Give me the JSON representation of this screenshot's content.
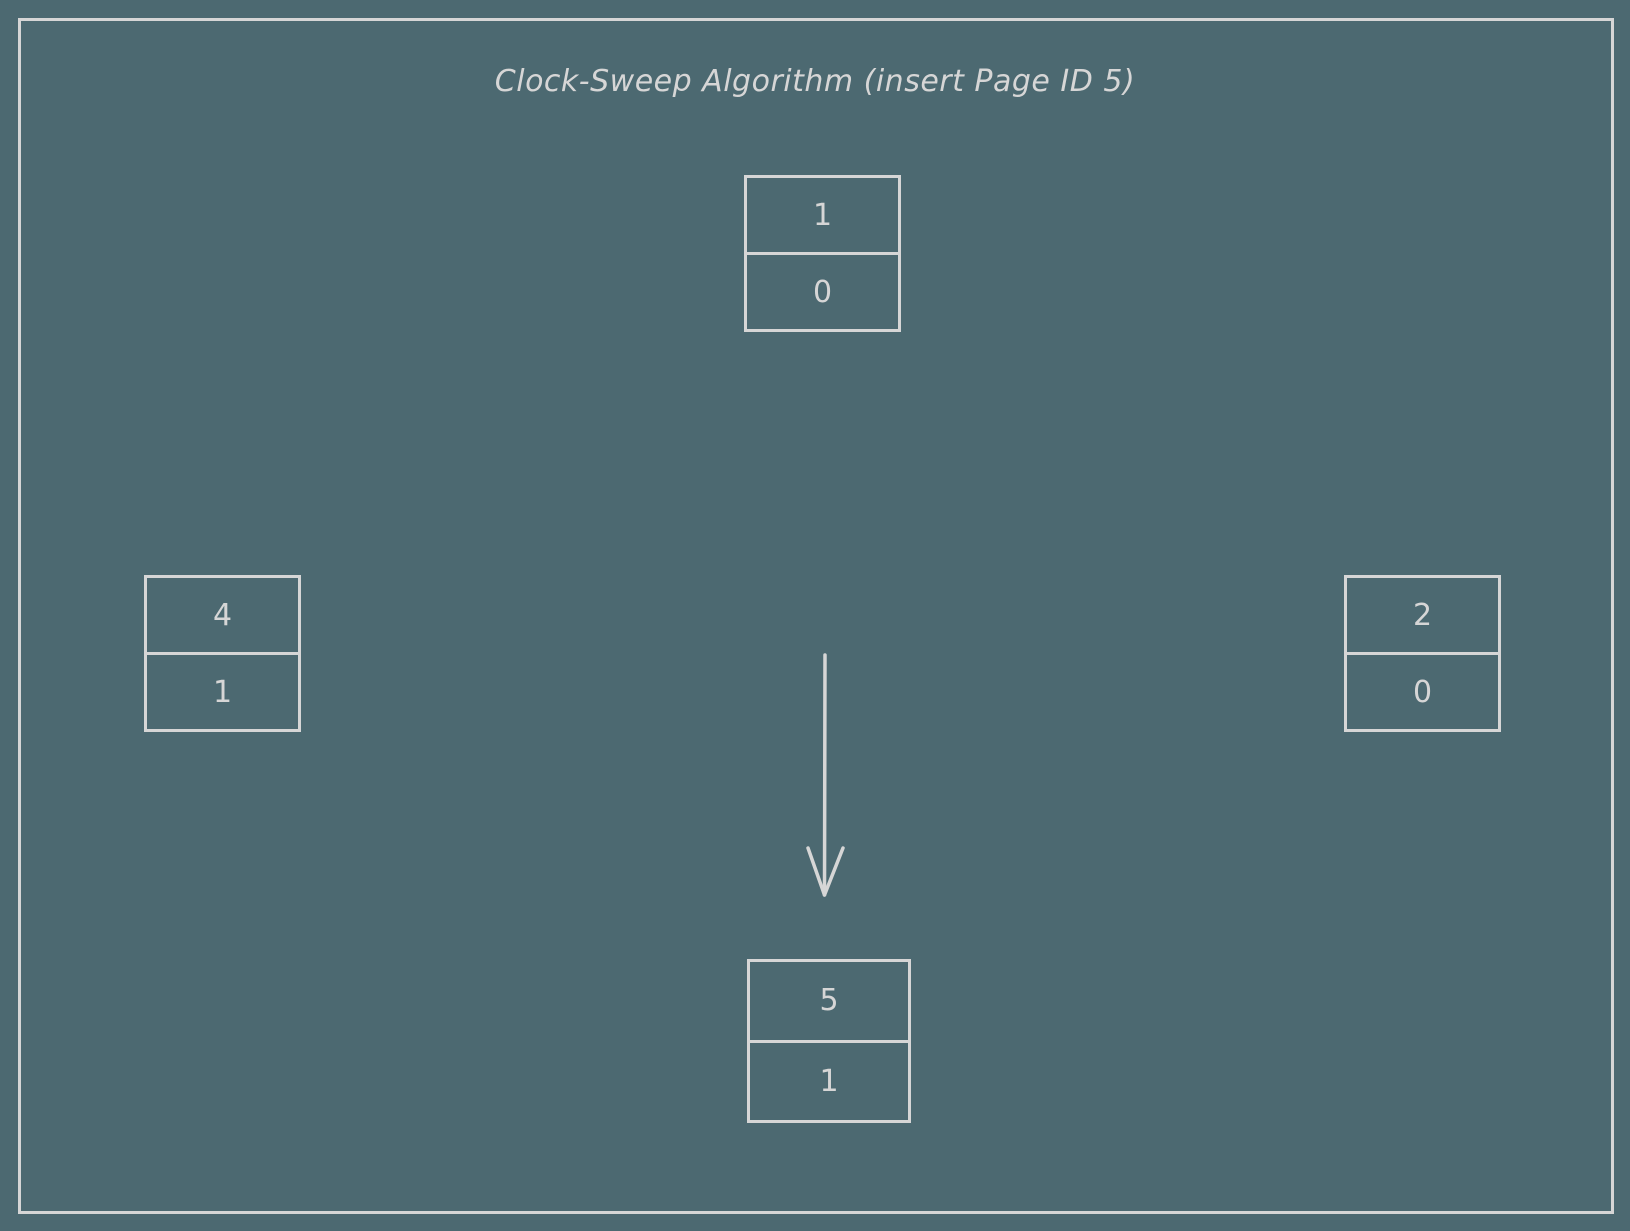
{
  "diagram": {
    "title": "Clock-Sweep Algorithm (insert Page ID 5)",
    "colors": {
      "background": "#4c6971",
      "stroke": "#d6d6d6",
      "text": "#d6d6d6"
    },
    "nodes": [
      {
        "position": "top",
        "page_id": "1",
        "usage_count": "0"
      },
      {
        "position": "left",
        "page_id": "4",
        "usage_count": "1"
      },
      {
        "position": "right",
        "page_id": "2",
        "usage_count": "0"
      },
      {
        "position": "bottom",
        "page_id": "5",
        "usage_count": "1"
      }
    ],
    "arrow": {
      "from": "center",
      "to": "bottom",
      "direction": "down"
    }
  }
}
